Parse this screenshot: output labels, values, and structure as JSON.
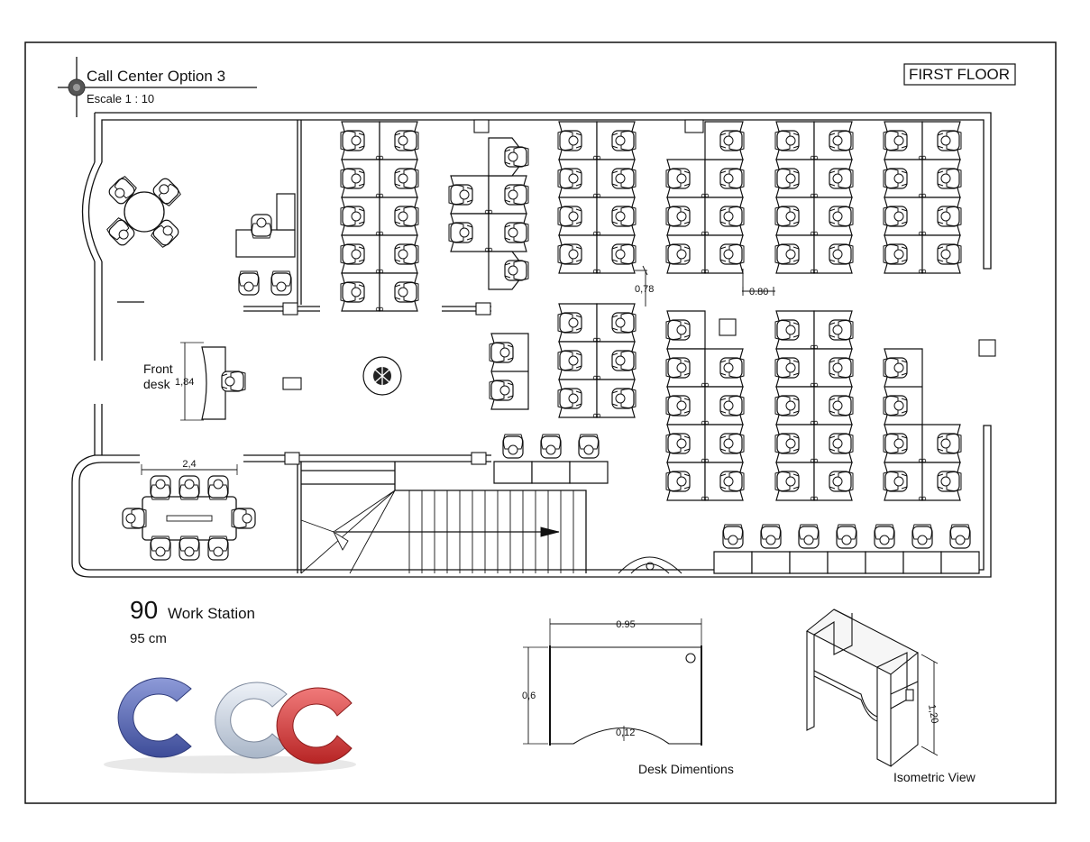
{
  "sheet": {
    "title": "Call Center Option 3",
    "scale": "Escale 1 : 10",
    "floor_label": "FIRST FLOOR"
  },
  "plan": {
    "front_desk_line1": "Front",
    "front_desk_line2": "desk",
    "front_desk_dim": "1,84",
    "meeting_table_dim": "2,4",
    "aisle_dim_1": "0,78",
    "aisle_dim_2": "0.80"
  },
  "summary": {
    "count": "90",
    "count_label": "Work Station",
    "size": "95 cm"
  },
  "desk_detail": {
    "width": "0.95",
    "depth": "0,6",
    "curve": "0,12",
    "caption": "Desk Dimentions"
  },
  "isometric": {
    "height": "1,20",
    "caption": "Isometric View"
  },
  "logo": {
    "colors": {
      "blue": "#5566b0",
      "silver": "#c9d3e0",
      "red": "#d63a3a"
    }
  }
}
